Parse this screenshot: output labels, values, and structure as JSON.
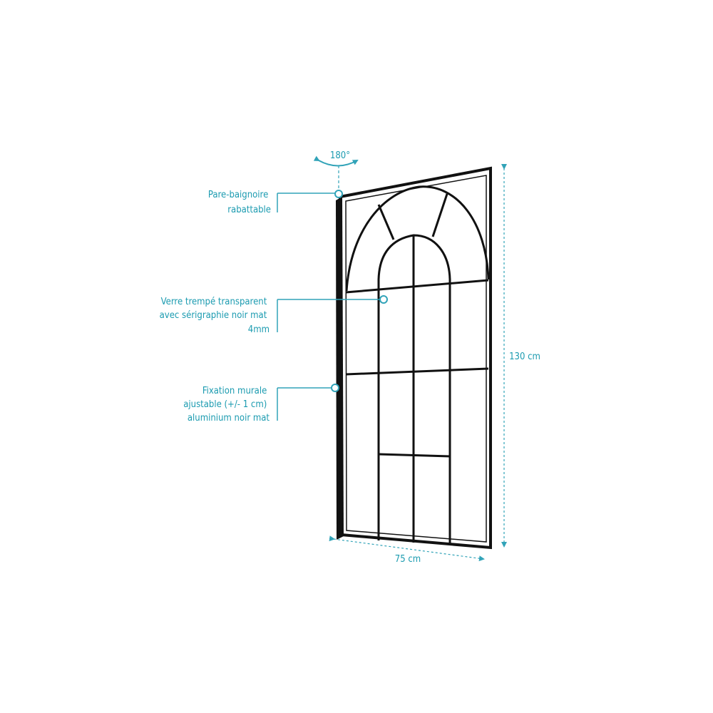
{
  "colors": {
    "accent": "#31a3b8",
    "text": "#1b9bb0",
    "frame": "#111111",
    "background": "#ffffff"
  },
  "rotation": {
    "label": "180°",
    "icon": "rotation-arrow-icon"
  },
  "callouts": [
    {
      "id": "hinge",
      "lines": [
        "Pare-baignoire",
        "rabattable"
      ]
    },
    {
      "id": "glass",
      "lines": [
        "Verre trempé transparent",
        "avec sérigraphie noir mat",
        "4mm"
      ]
    },
    {
      "id": "fixation",
      "lines": [
        "Fixation murale",
        "ajustable (+/- 1 cm)",
        "aluminium noir mat"
      ]
    }
  ],
  "dimensions": {
    "height": "130 cm",
    "width": "75 cm"
  }
}
